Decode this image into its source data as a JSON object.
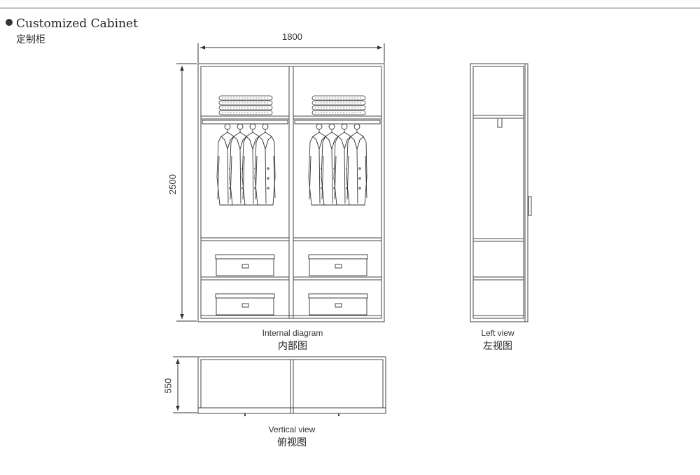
{
  "header": {
    "title_en": "Customized Cabinet",
    "title_zh": "定制柜"
  },
  "views": {
    "internal": {
      "label_en": "Internal diagram",
      "label_zh": "内部图"
    },
    "left": {
      "label_en": "Left view",
      "label_zh": "左视图"
    },
    "vertical": {
      "label_en": "Vertical view",
      "label_zh": "俯视图"
    }
  },
  "dimensions": {
    "width": "1800",
    "height": "2500",
    "depth": "550"
  },
  "colors": {
    "line": "#333333",
    "frame": "#555555"
  }
}
